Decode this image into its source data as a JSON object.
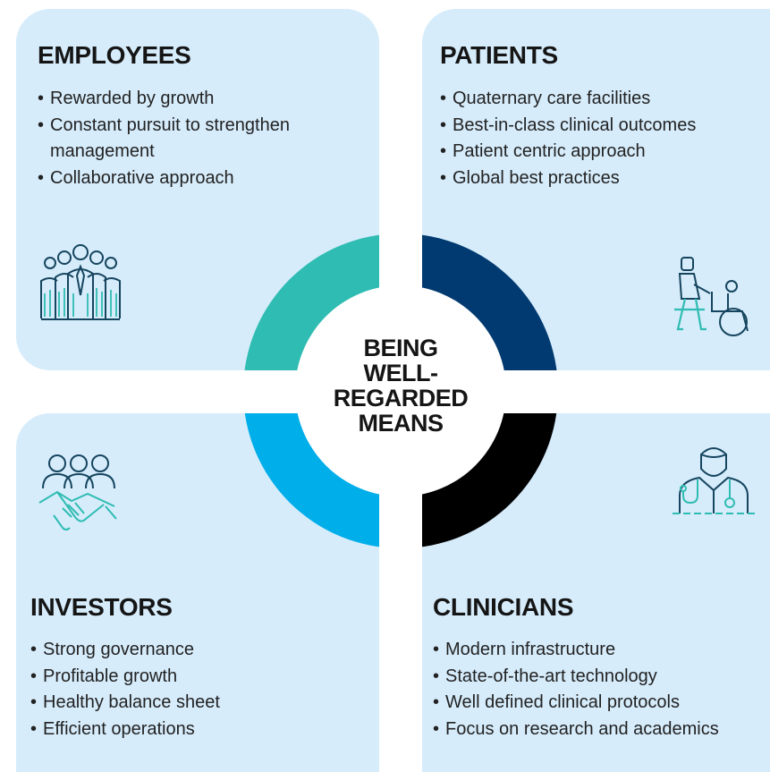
{
  "center": {
    "line1": "BEING",
    "line2": "WELL-",
    "line3": "REGARDED",
    "line4": "MEANS"
  },
  "colors": {
    "card_bg": "#d6ecfb",
    "employees_arc": "#2fbcb2",
    "patients_arc": "#003a70",
    "investors_arc": "#00aeea",
    "clinicians_arc": "#000000"
  },
  "employees": {
    "title": "EMPLOYEES",
    "items": [
      "Rewarded by growth",
      "Constant pursuit to strengthen management",
      "Collaborative approach"
    ],
    "icon": "team-group-icon"
  },
  "patients": {
    "title": "PATIENTS",
    "items": [
      "Quaternary care facilities",
      "Best-in-class clinical outcomes",
      "Patient centric approach",
      "Global best practices"
    ],
    "icon": "wheelchair-assist-icon"
  },
  "investors": {
    "title": "INVESTORS",
    "items": [
      "Strong governance",
      "Profitable growth",
      "Healthy balance sheet",
      "Efficient operations"
    ],
    "icon": "handshake-icon"
  },
  "clinicians": {
    "title": "CLINICIANS",
    "items": [
      "Modern infrastructure",
      "State-of-the-art technology",
      "Well defined clinical protocols",
      "Focus on research and academics"
    ],
    "icon": "doctor-icon"
  }
}
